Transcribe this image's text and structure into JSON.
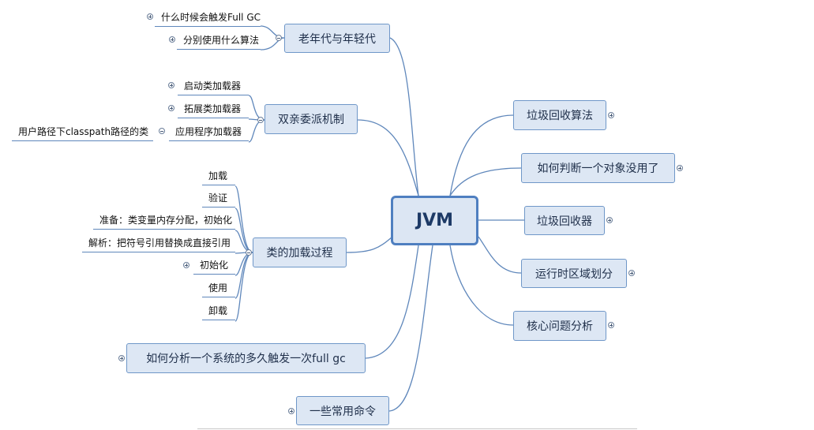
{
  "root": "JVM",
  "left": {
    "old_young": {
      "label": "老年代与年轻代",
      "children": [
        "什么时候会触发Full GC",
        "分别使用什么算法"
      ]
    },
    "parent_delegation": {
      "label": "双亲委派机制",
      "children": [
        "启动类加载器",
        "拓展类加载器",
        "应用程序加载器"
      ],
      "sub": "用户路径下classpath路径的类"
    },
    "class_loading": {
      "label": "类的加载过程",
      "children": [
        "加载",
        "验证",
        "准备：类变量内存分配，初始化",
        "解析：把符号引用替换成直接引用",
        "初始化",
        "使用",
        "卸载"
      ]
    },
    "full_gc_analysis": {
      "label": "如何分析一个系统的多久触发一次full gc"
    },
    "commands": {
      "label": "一些常用命令"
    }
  },
  "right": {
    "gc_algorithm": "垃圾回收算法",
    "object_useless": "如何判断一个对象没用了",
    "collector": "垃圾回收器",
    "runtime_areas": "运行时区域划分",
    "core_issues": "核心问题分析"
  }
}
